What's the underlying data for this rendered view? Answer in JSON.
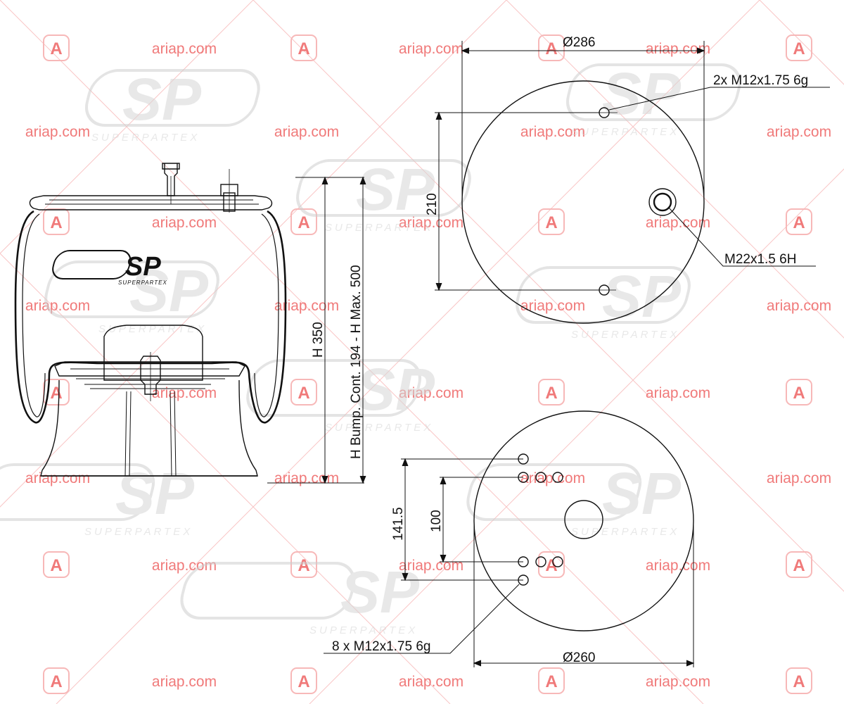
{
  "watermark": {
    "site_text": "ariap.com",
    "badge_letter": "A",
    "brand_text": "SP",
    "brand_sub": "SUPERPARTEX",
    "color": "#f07a7a",
    "brand_color": "#d9d9d9"
  },
  "side_view": {
    "logo_text": "SP",
    "logo_sub": "SUPERPARTEX",
    "dim_height": "H 350",
    "dim_range": "H Bump. Cont. 194 - H Max. 500"
  },
  "top_view": {
    "dim_diameter": "Ø286",
    "dim_offset": "210",
    "label_studs": "2x M12x1.75 6g",
    "label_air": "M22x1.5 6H"
  },
  "bottom_view": {
    "dim_outer": "141.5",
    "dim_inner": "100",
    "dim_diameter": "Ø260",
    "label_holes": "8 x M12x1.75 6g"
  },
  "colors": {
    "line": "#111111",
    "watermark": "#f07a7a"
  }
}
